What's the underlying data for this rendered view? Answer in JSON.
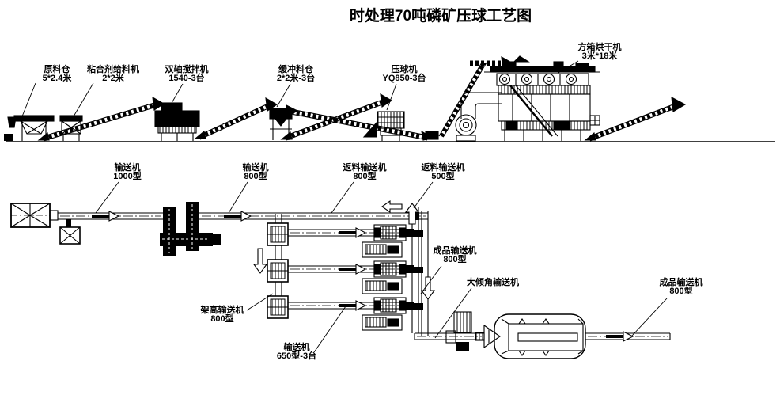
{
  "title": "时处理70吨磷矿压球工艺图",
  "colors": {
    "ink": "#000000",
    "background": "#ffffff"
  },
  "elevation_labels": {
    "raw_silo": {
      "line1": "原料仓",
      "line2": "5*2.4米"
    },
    "binder_feeder": {
      "line1": "粘合剂给料机",
      "line2": "2*2米"
    },
    "mixer": {
      "line1": "双轴搅拌机",
      "line2": "1540-3台"
    },
    "buffer_silo": {
      "line1": "缓冲料仓",
      "line2": "2*2米-3台"
    },
    "press": {
      "line1": "压球机",
      "line2": "YQ850-3台"
    },
    "dryer": {
      "line1": "方箱烘干机",
      "line2": "3米*18米"
    }
  },
  "plan_labels": {
    "conveyor_1000": {
      "line1": "输送机",
      "line2": "1000型"
    },
    "conveyor_800": {
      "line1": "输送机",
      "line2": "800型"
    },
    "return_conveyor_800": {
      "line1": "返料输送机",
      "line2": "800型"
    },
    "return_conveyor_500": {
      "line1": "返料输送机",
      "line2": "500型"
    },
    "product_conveyor_mid": {
      "line1": "成品输送机",
      "line2": "800型"
    },
    "large_incline": {
      "line1": "大倾角输送机"
    },
    "product_conveyor_right": {
      "line1": "成品输送机",
      "line2": "800型"
    },
    "elevated_conveyor": {
      "line1": "架高输送机",
      "line2": "800型"
    },
    "conveyor_650": {
      "line1": "输送机",
      "line2": "650型-3台"
    }
  }
}
